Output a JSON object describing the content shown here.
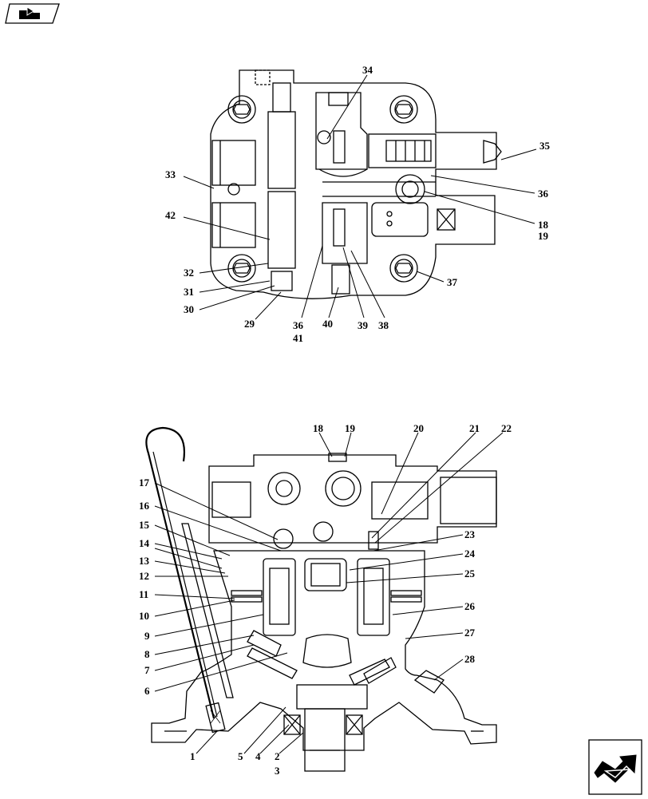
{
  "navigation": {
    "top_icon": "folder-arrow-icon",
    "bottom_icon": "return-arrow-icon"
  },
  "top_view": {
    "callouts": [
      "34",
      "35",
      "33",
      "36",
      "42",
      "18",
      "19",
      "32",
      "37",
      "31",
      "30",
      "29",
      "36",
      "41",
      "40",
      "39",
      "38"
    ]
  },
  "section_view": {
    "callouts": [
      "18",
      "19",
      "20",
      "21",
      "22",
      "17",
      "16",
      "15",
      "14",
      "13",
      "12",
      "11",
      "10",
      "9",
      "8",
      "7",
      "6",
      "23",
      "24",
      "25",
      "26",
      "27",
      "28",
      "1",
      "5",
      "4",
      "2",
      "3"
    ]
  }
}
